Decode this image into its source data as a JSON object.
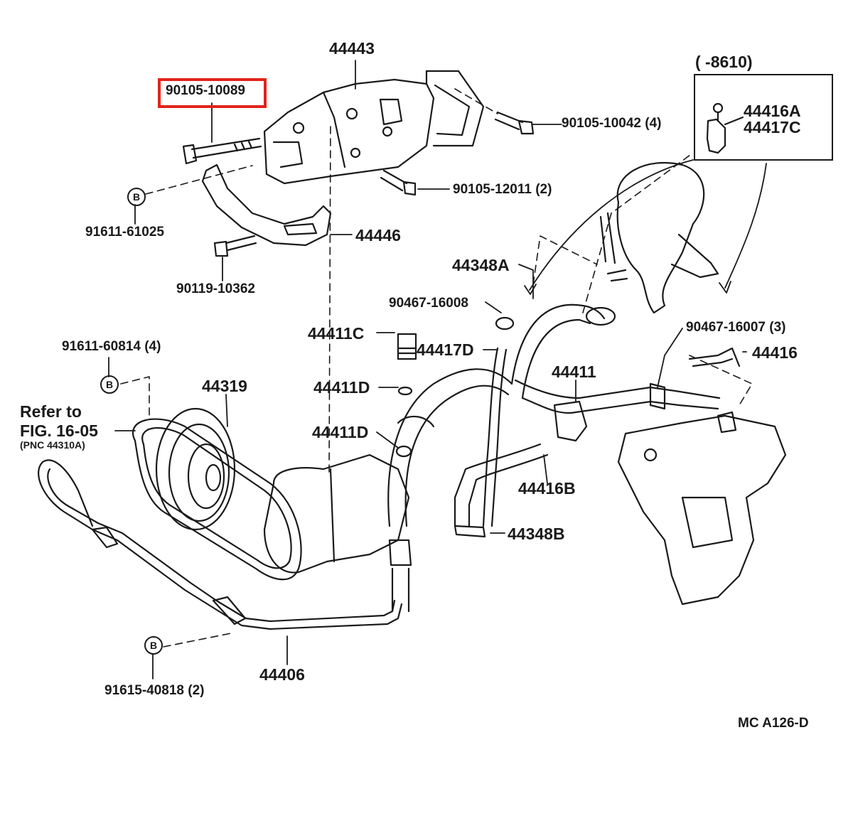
{
  "colors": {
    "ink": "#1a1a1a",
    "highlight": "#e2231a",
    "background": "#ffffff"
  },
  "labels": {
    "p44443": "44443",
    "p90105_10089": "90105-10089",
    "p90105_10042": "90105-10042 (4)",
    "p90105_12011": "90105-12011 (2)",
    "p91611_61025": "91611-61025",
    "p44446": "44446",
    "p90119_10362": "90119-10362",
    "p44348A": "44348A",
    "p90467_16008": "90467-16008",
    "p44411C": "44411C",
    "p44417D": "44417D",
    "p90467_16007": "90467-16007 (3)",
    "p44416": "44416",
    "p91611_60814": "91611-60814 (4)",
    "p44319": "44319",
    "p44411D_a": "44411D",
    "p44411": "44411",
    "p44411D_b": "44411D",
    "p44416B": "44416B",
    "p44348B": "44348B",
    "p44406": "44406",
    "p91615_40818": "91615-40818 (2)",
    "inset_range": "(      -8610)",
    "p44416A": "44416A",
    "p44417C": "44417C",
    "refer_line1": "Refer to",
    "refer_line2": "FIG. 16-05",
    "refer_line3": "(PNC 44310A)",
    "circle_mark": "B",
    "footer_code": "MC  A126-D"
  }
}
